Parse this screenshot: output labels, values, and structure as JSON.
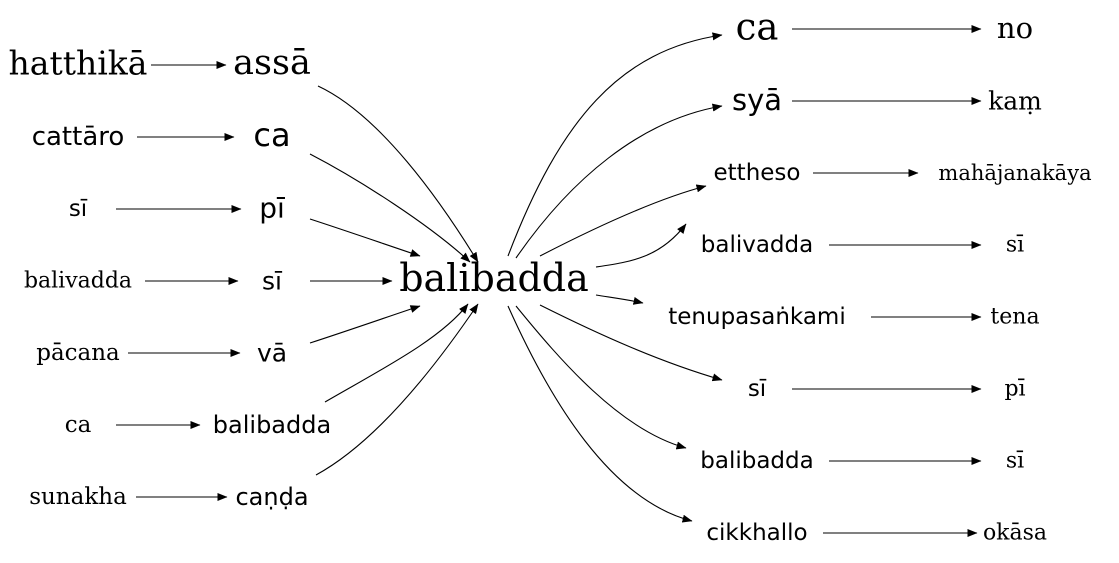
{
  "colors": {
    "stroke": "#000000",
    "text": "#000000",
    "background": "#ffffff"
  },
  "center": {
    "label": "balibadda"
  },
  "left_chains": [
    {
      "source": "hatthikā",
      "target": "assā"
    },
    {
      "source": "cattāro",
      "target": "ca"
    },
    {
      "source": "sī",
      "target": "pī"
    },
    {
      "source": "balivadda",
      "target": "sī"
    },
    {
      "source": "pācana",
      "target": "vā"
    },
    {
      "source": "ca",
      "target": "balibadda"
    },
    {
      "source": "sunakha",
      "target": "caṇḍa"
    }
  ],
  "right_chains": [
    {
      "first": "ca",
      "second": "no"
    },
    {
      "first": "syā",
      "second": "kaṃ"
    },
    {
      "first": "ettheso",
      "second": "mahājanakāya"
    },
    {
      "first": "balivadda",
      "second": "sī"
    },
    {
      "first": "tenupasaṅkami",
      "second": "tena"
    },
    {
      "first": "sī",
      "second": "pī"
    },
    {
      "first": "balibadda",
      "second": "sī"
    },
    {
      "first": "cikkhallo",
      "second": "okāsa"
    }
  ]
}
